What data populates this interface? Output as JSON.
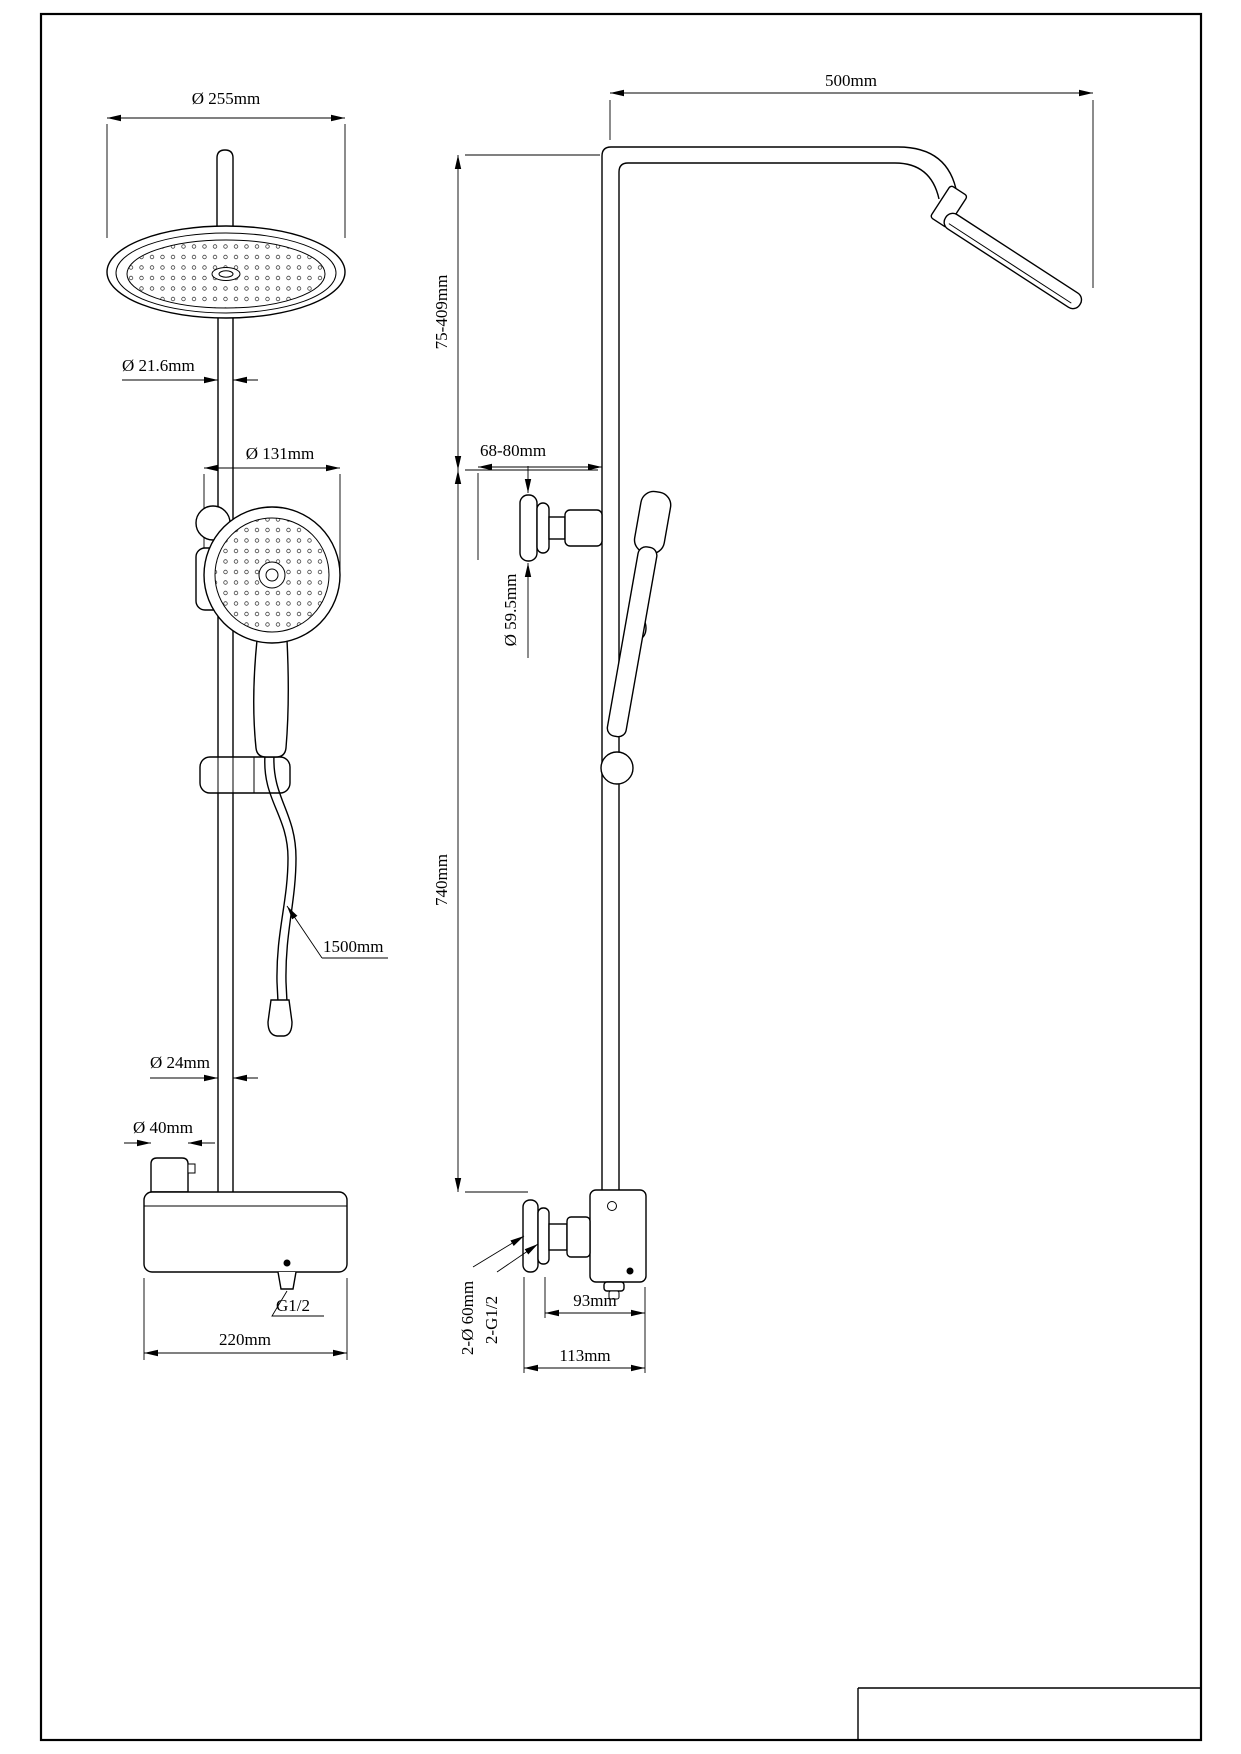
{
  "drawing_title": "Shower column technical drawing - front and side views",
  "front_view": {
    "head_diameter": "Ø 255mm",
    "upper_pipe_diameter": "Ø 21.6mm",
    "hand_shower_diameter": "Ø 131mm",
    "hose_length": "1500mm",
    "lower_pipe_diameter": "Ø 24mm",
    "knob_diameter": "Ø 40mm",
    "outlet_thread": "G1/2",
    "valve_width": "220mm"
  },
  "side_view": {
    "arm_length": "500mm",
    "height_adjust_range": "75-409mm",
    "wall_clearance": "68-80mm",
    "flange_diameter": "Ø 59.5mm",
    "column_height": "740mm",
    "body_offset": "93mm",
    "body_depth": "113mm",
    "wall_holes": "2-Ø 60mm",
    "wall_threads": "2-G1/2"
  }
}
